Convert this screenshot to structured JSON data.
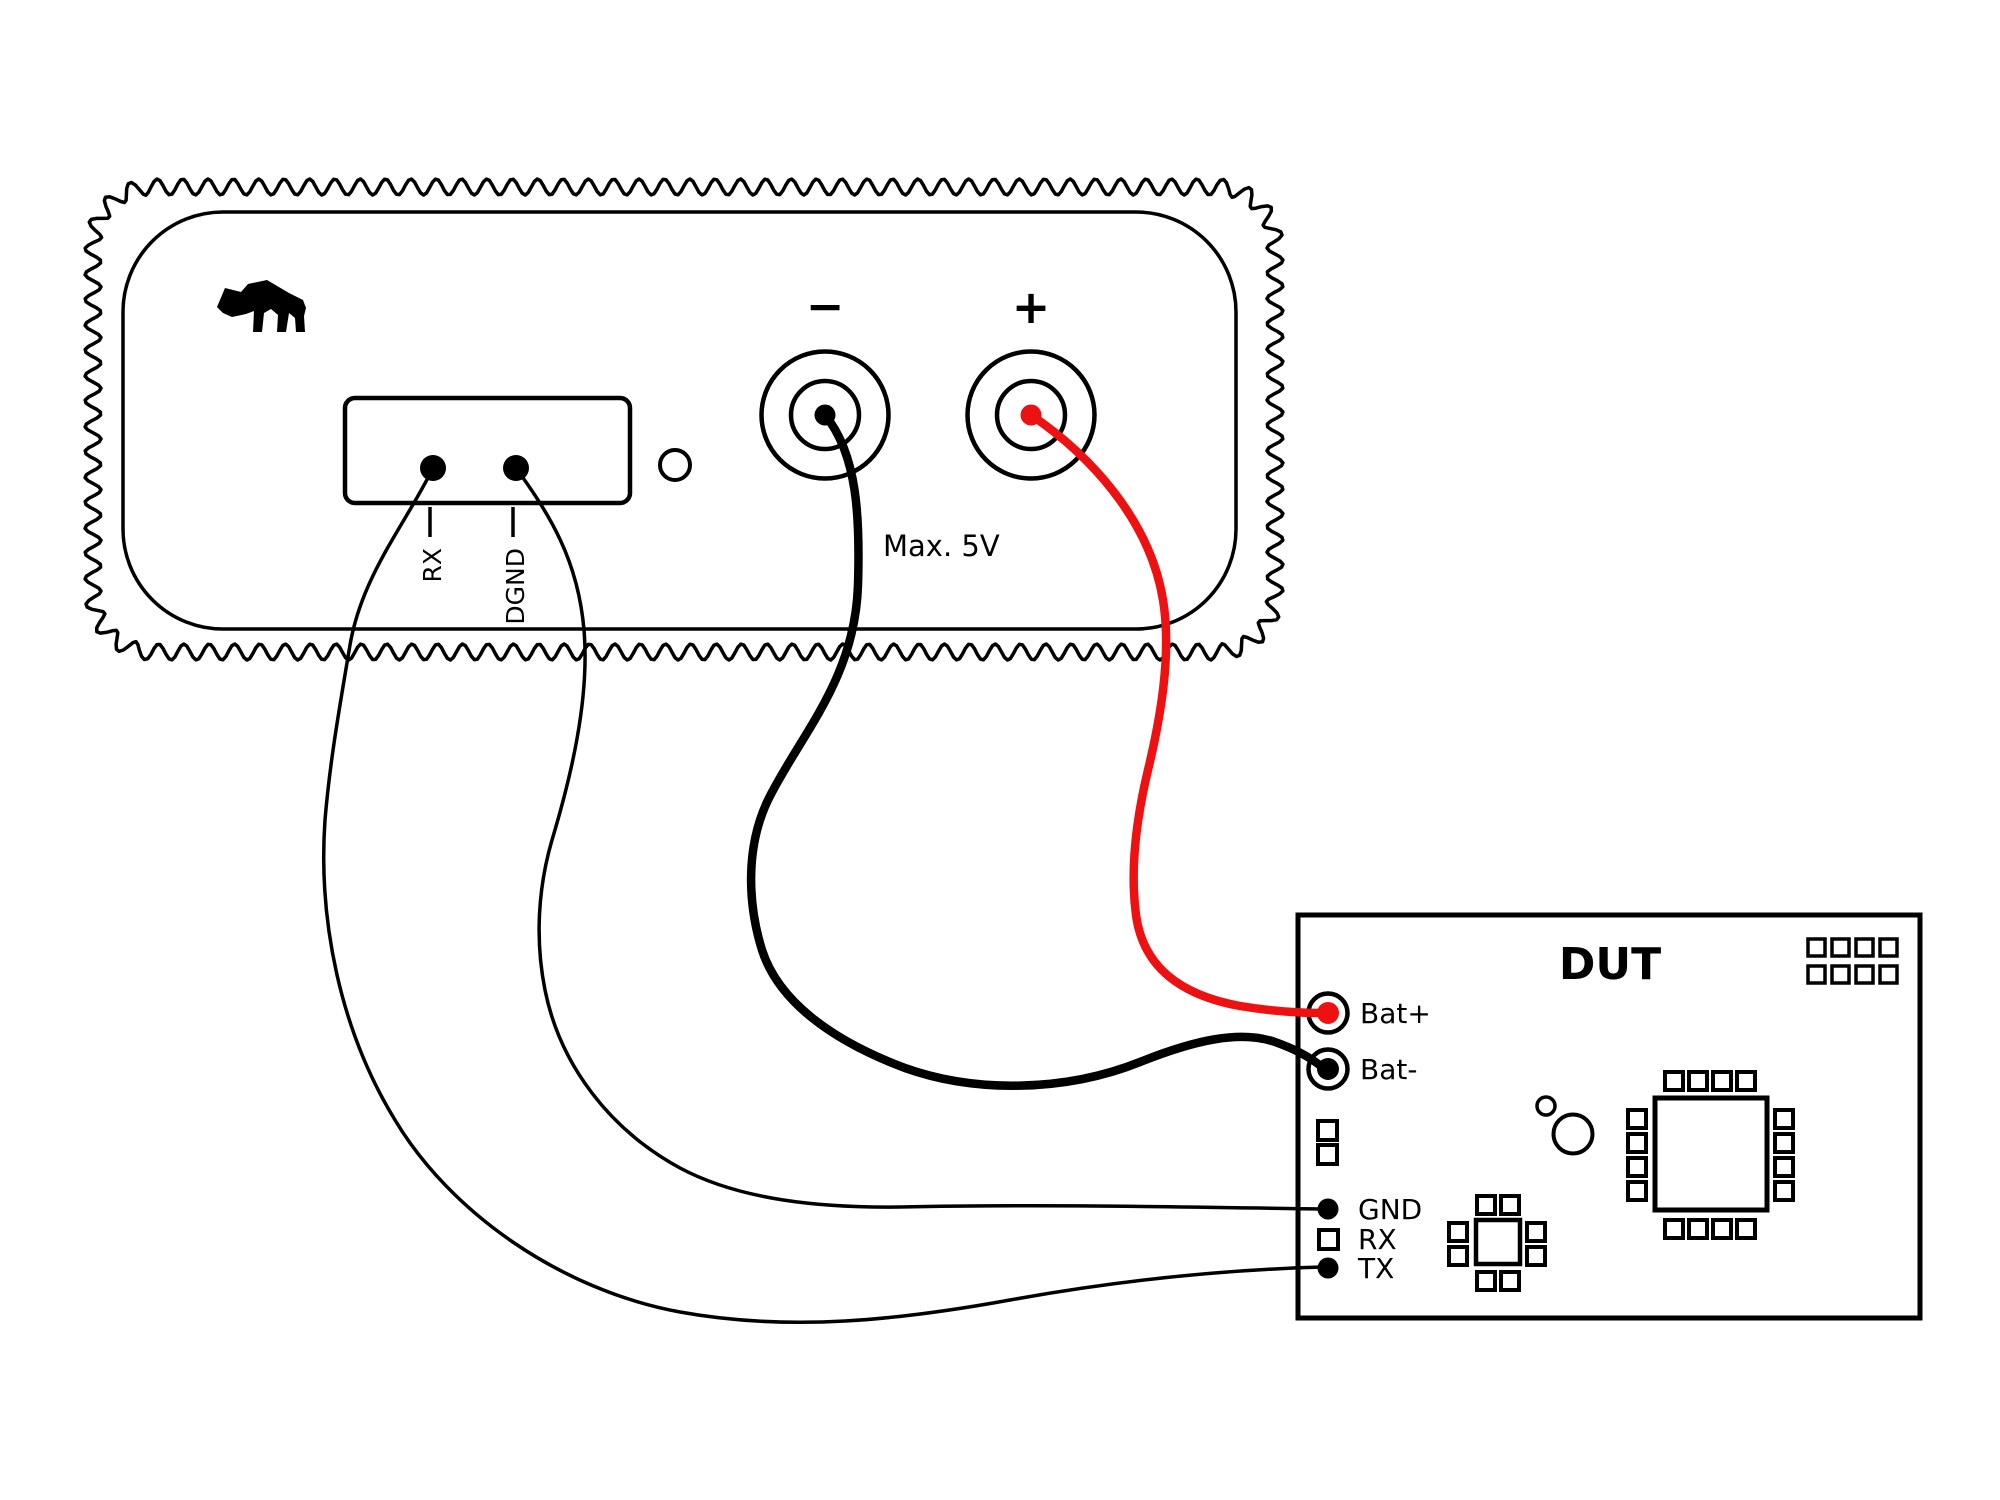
{
  "colors": {
    "outline": "#000000",
    "wire_positive": "#ee1111",
    "wire_negative": "#000000",
    "pin_red": "#ee1111",
    "pin_black": "#000000"
  },
  "power_supply": {
    "logo": "gorilla-logo",
    "terminals": [
      {
        "label": "−",
        "polarity": "negative"
      },
      {
        "label": "+",
        "polarity": "positive"
      }
    ],
    "uart_pins": [
      {
        "label": "RX"
      },
      {
        "label": "DGND"
      }
    ],
    "voltage_note": "Max. 5V"
  },
  "dut": {
    "title": "DUT",
    "battery_pins": [
      {
        "label": "Bat+"
      },
      {
        "label": "Bat-"
      }
    ],
    "signal_pins": [
      {
        "label": "GND"
      },
      {
        "label": "RX"
      },
      {
        "label": "TX"
      }
    ]
  },
  "connections": [
    {
      "from": "power-supply +",
      "to": "DUT Bat+",
      "wire": "red-thick"
    },
    {
      "from": "power-supply −",
      "to": "DUT Bat-",
      "wire": "black-thick"
    },
    {
      "from": "power-supply RX",
      "to": "DUT TX",
      "wire": "black-thin"
    },
    {
      "from": "power-supply DGND",
      "to": "DUT GND",
      "wire": "black-thin"
    }
  ]
}
